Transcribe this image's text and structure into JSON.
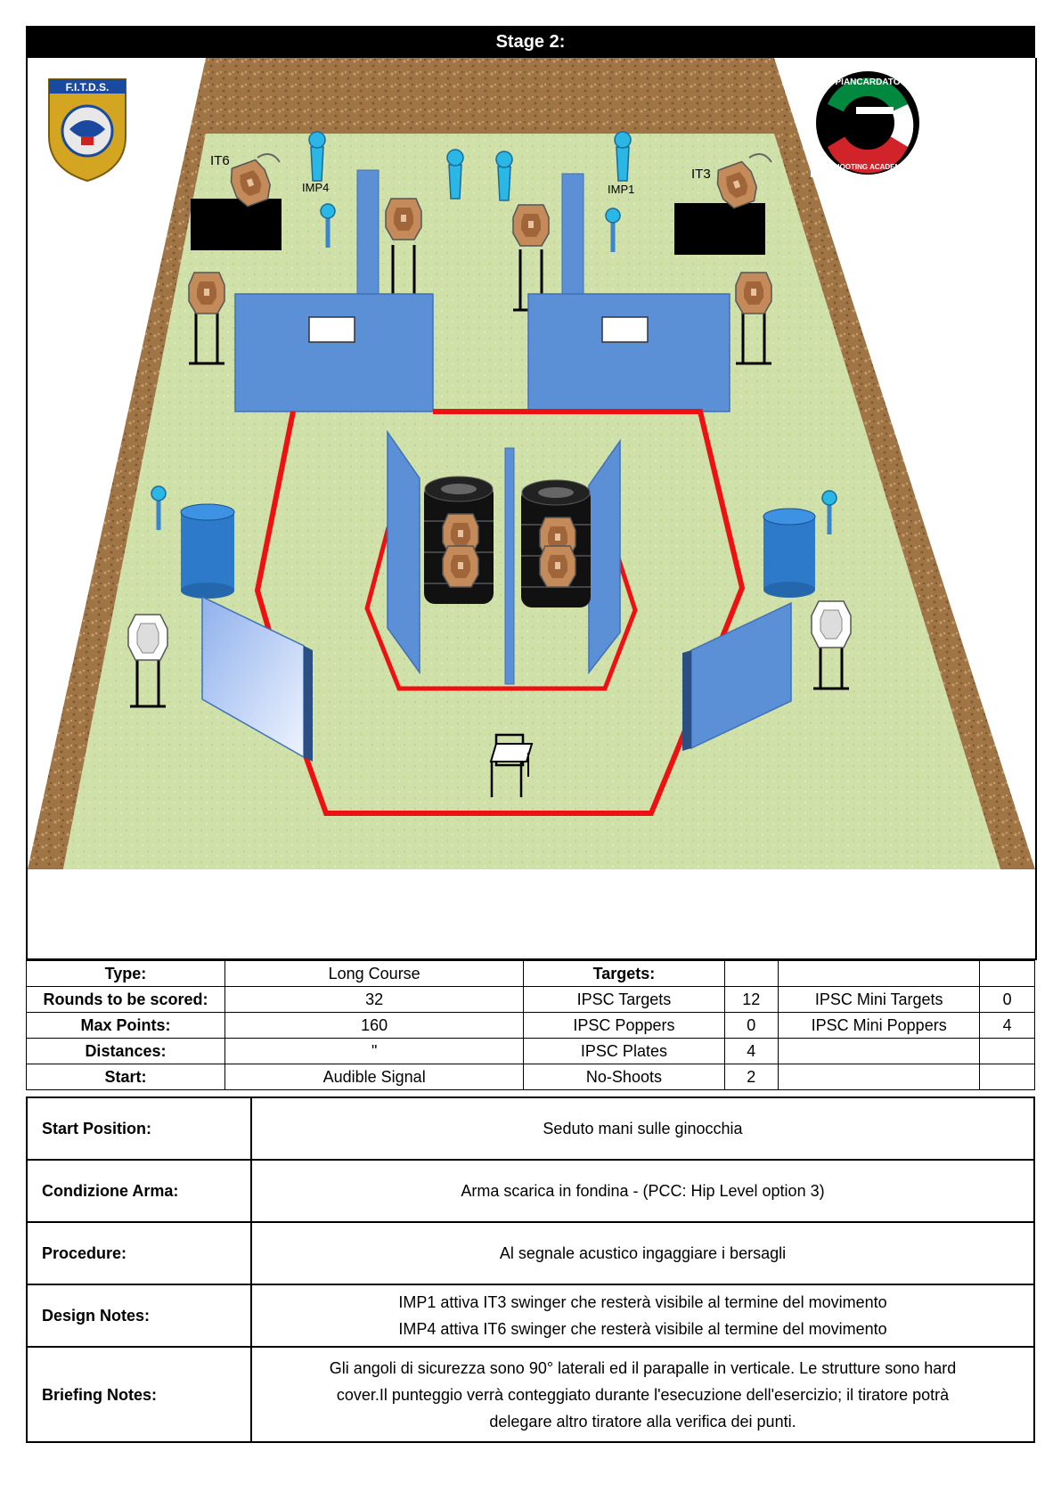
{
  "header": {
    "title": "Stage 2:"
  },
  "diagram": {
    "logo_left_text": "F.I.T.D.S.",
    "logo_right_text_top": "PIANCARDATO",
    "logo_right_text_bottom": "SHOOTING ACADEMY",
    "labels": {
      "it6": "IT6",
      "imp4": "IMP4",
      "imp1": "IMP1",
      "it3": "IT3"
    },
    "colors": {
      "berm": "#a07545",
      "ground": "#cfe0a8",
      "wall": "#5b8fd6",
      "fault_line": "#ee1111",
      "target": "#c58a5a"
    }
  },
  "info_table": {
    "rows": [
      {
        "k1": "Type:",
        "v1": "Long Course",
        "k2": "Targets:",
        "n2": "",
        "k3": "",
        "n3": ""
      },
      {
        "k1": "Rounds to be scored:",
        "v1": "32",
        "k2": "IPSC Targets",
        "n2": "12",
        "k3": "IPSC Mini Targets",
        "n3": "0"
      },
      {
        "k1": "Max Points:",
        "v1": "160",
        "k2": "IPSC Poppers",
        "n2": "0",
        "k3": "IPSC Mini Poppers",
        "n3": "4"
      },
      {
        "k1": "Distances:",
        "v1": "\"",
        "k2": "IPSC Plates",
        "n2": "4",
        "k3": "",
        "n3": ""
      },
      {
        "k1": "Start:",
        "v1": "Audible Signal",
        "k2": "No-Shoots",
        "n2": "2",
        "k3": "",
        "n3": ""
      }
    ]
  },
  "notes": {
    "start_position": {
      "label": "Start Position:",
      "text": "Seduto mani sulle ginocchia"
    },
    "condizione_arma": {
      "label": "Condizione Arma:",
      "text": "Arma scarica in fondina  - (PCC: Hip Level option 3)"
    },
    "procedure": {
      "label": "Procedure:",
      "text": "Al segnale acustico ingaggiare i bersagli"
    },
    "design_notes": {
      "label": "Design Notes:",
      "line1": "IMP1 attiva IT3 swinger che resterà visibile al termine del movimento",
      "line2": "IMP4 attiva IT6 swinger che resterà visibile al termine del movimento"
    },
    "briefing_notes": {
      "label": "Briefing Notes:",
      "line1": "Gli angoli di sicurezza sono 90° laterali ed il parapalle in verticale. Le strutture sono hard",
      "line2": "cover.Il punteggio verrà conteggiato durante l'esecuzione dell'esercizio; il tiratore potrà",
      "line3": "delegare altro tiratore alla verifica  dei punti."
    }
  }
}
